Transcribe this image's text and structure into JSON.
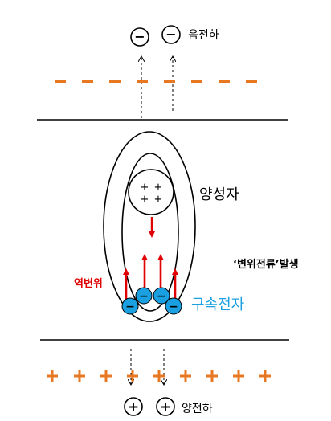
{
  "labels": {
    "negative_charge": "음전하",
    "proton": "양성자",
    "displacement_current": "‘변위전류’발생",
    "reverse_bias": "역변위",
    "bound_electron": "구속전자",
    "positive_charge": "양전하"
  },
  "symbols": {
    "minus": "−",
    "plus": "+"
  },
  "colors": {
    "plate_charge": "#e87722",
    "arrow": "#e00000",
    "electron": "#1aa0e0",
    "line": "#000000"
  }
}
